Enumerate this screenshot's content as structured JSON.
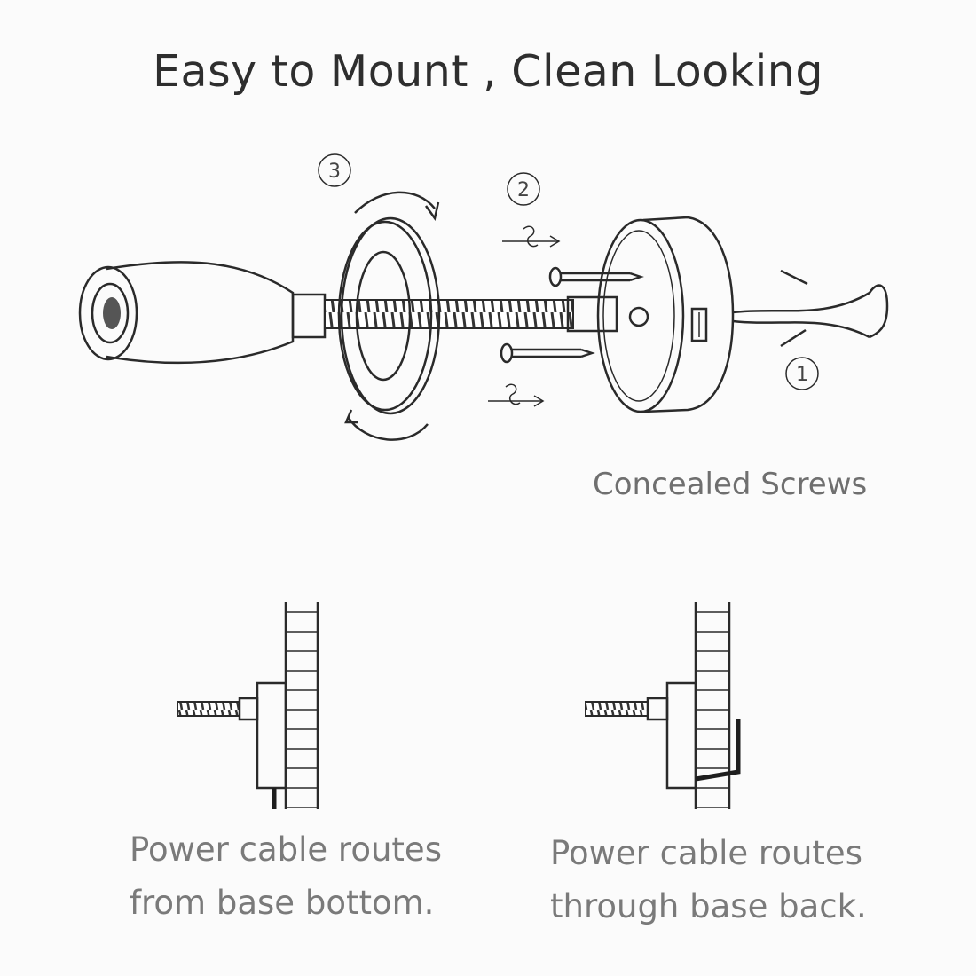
{
  "title": "Easy to Mount , Clean Looking",
  "concealed_label": "Concealed Screws",
  "steps": [
    "3",
    "2",
    "1"
  ],
  "caption_left": [
    "Power cable routes",
    "from base bottom."
  ],
  "caption_right": [
    "Power cable routes",
    "through base back."
  ]
}
